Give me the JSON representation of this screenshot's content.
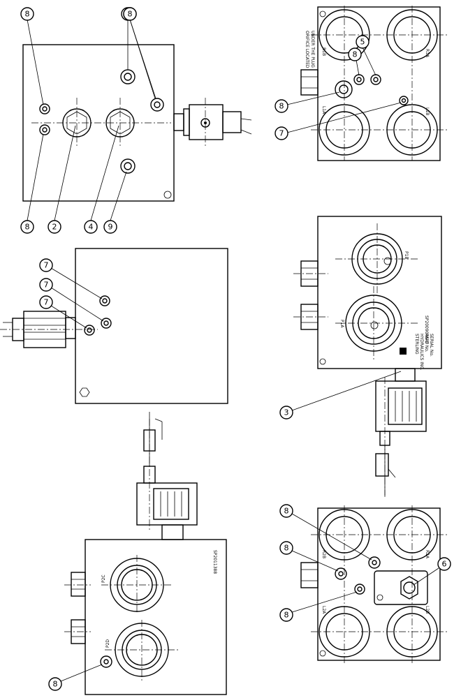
{
  "callouts": {
    "a_top_left_8": "8",
    "a_top_9": "9",
    "a_top_right_8": "8",
    "a_bottom_8": "8",
    "a_bottom_2": "2",
    "a_bottom_4": "4",
    "a_bottom_9": "9",
    "b_7_upper": "7",
    "b_7_middle": "7",
    "b_7_lower": "7",
    "c_8": "8",
    "d_5": "5",
    "d_8_upper": "8",
    "d_8_lower": "8",
    "d_7": "7",
    "e_3": "3",
    "f_8_top": "8",
    "f_8_middle": "8",
    "f_8_bottom": "8",
    "f_6": "6"
  },
  "labels": {
    "d_note_line1": "ORIFICE LOCATED",
    "d_note_line2": "UNDER THE PLUG",
    "d_port_top_left": "R1B",
    "d_port_top_right": "R1A",
    "d_port_bottom_left": "L1A",
    "d_port_bottom_right": "L1B",
    "e_port_top": "P1B",
    "e_port_bottom": "P1A",
    "e_company_line1": "STERLING",
    "e_company_line2": "HYDRAULICS INC.",
    "e_part_label": "PART No.",
    "e_part_value": "SP2009045-D",
    "e_serial_label": "SERIAL No.",
    "c_part_number": "SP2011388",
    "c_port_top": "P2C",
    "c_port_bottom": "P2D",
    "f_port_top_left": "R2B",
    "f_port_top_right": "R2A",
    "f_port_bottom_left": "L2A",
    "f_port_bottom_right": "L2B"
  }
}
